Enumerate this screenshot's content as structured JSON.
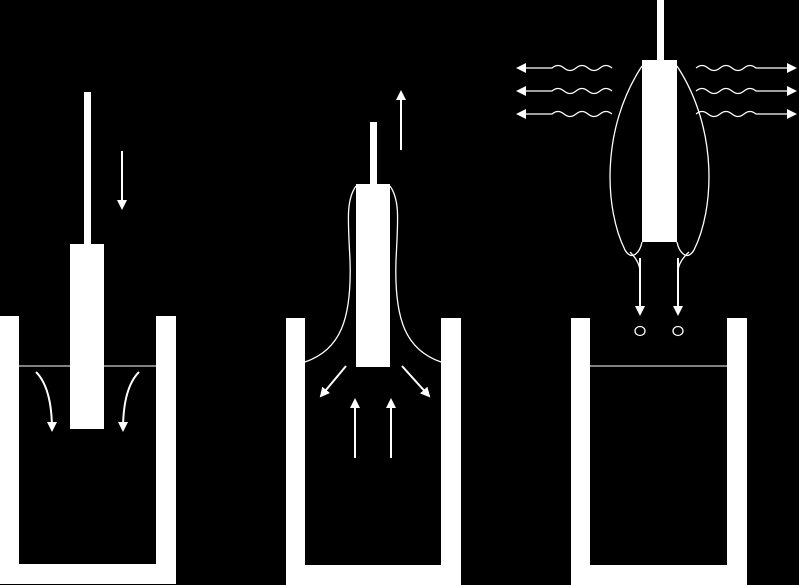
{
  "colors": {
    "background": "#000000",
    "foreground": "#ffffff"
  },
  "panels": [
    {
      "id": "dipping",
      "substrate_motion": "down",
      "liquid_flow": "down-along-substrate"
    },
    {
      "id": "withdrawal",
      "substrate_motion": "up",
      "liquid_flow": "up-with-film-and-drain-back"
    },
    {
      "id": "evaporation-drainage",
      "substrate_motion": "none",
      "liquid_flow": "drops-fall-and-vapor-escapes"
    }
  ]
}
